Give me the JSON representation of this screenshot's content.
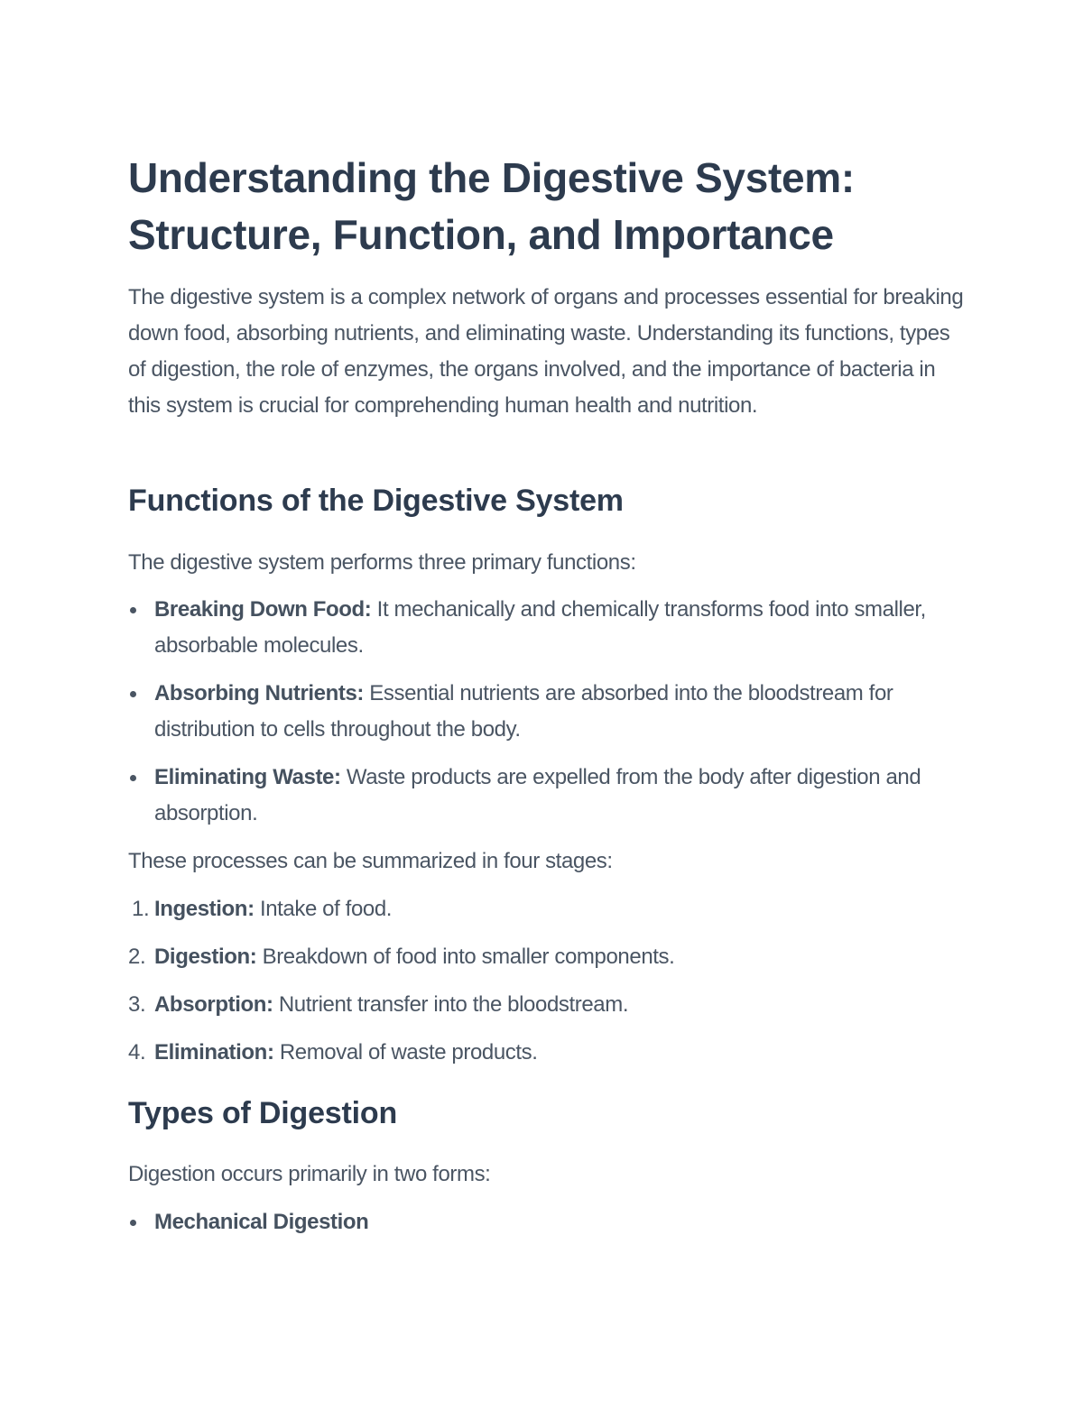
{
  "document": {
    "title": "Understanding the Digestive System: Structure, Function, and Importance",
    "intro": "The digestive system is a complex network of organs and processes essential for breaking down food, absorbing nutrients, and eliminating waste. Understanding its functions, types of digestion, the role of enzymes, the organs involved, and the importance of bacteria in this system is crucial for comprehending human health and nutrition.",
    "sections": [
      {
        "heading": "Functions of the Digestive System",
        "lead": "The digestive system performs three primary functions:",
        "bullets": [
          {
            "term": "Breaking Down Food:",
            "text": " It mechanically and chemically transforms food into smaller, absorbable molecules."
          },
          {
            "term": "Absorbing Nutrients:",
            "text": " Essential nutrients are absorbed into the bloodstream for distribution to cells throughout the body."
          },
          {
            "term": "Eliminating Waste:",
            "text": " Waste products are expelled from the body after digestion and absorption."
          }
        ],
        "summary": "These processes can be summarized in four stages:",
        "steps": [
          {
            "num": "1.",
            "term": "Ingestion:",
            "text": " Intake of food."
          },
          {
            "num": "2.",
            "term": "Digestion:",
            "text": " Breakdown of food into smaller components."
          },
          {
            "num": "3.",
            "term": "Absorption:",
            "text": " Nutrient transfer into the bloodstream."
          },
          {
            "num": "4.",
            "term": "Elimination:",
            "text": " Removal of waste products."
          }
        ]
      },
      {
        "heading": "Types of Digestion",
        "lead": "Digestion occurs primarily in two forms:",
        "bullets": [
          {
            "term": "Mechanical Digestion",
            "text": ""
          }
        ]
      }
    ]
  },
  "colors": {
    "heading": "#2d3b4e",
    "body": "#4a5563",
    "background": "#ffffff"
  }
}
